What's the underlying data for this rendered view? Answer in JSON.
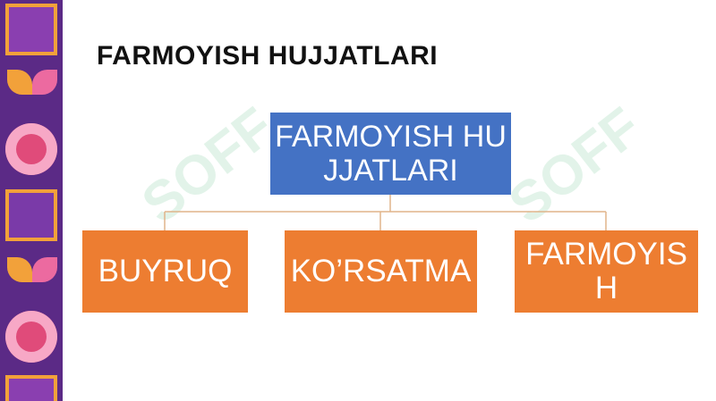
{
  "slide": {
    "title": "FARMOYISH HUJJATLARI"
  },
  "diagram": {
    "root": "FARMOYISH HUJJATLARI",
    "children": [
      "BUYRUQ",
      "KO’RSATMA",
      "FARMOYISH"
    ]
  },
  "watermark": {
    "text": "SOFF"
  },
  "colors": {
    "root_fill": "#4472c4",
    "child_fill": "#ed7d31",
    "sidebar_bg": "#5b2a86",
    "sidebar_accent": "#f2a13a",
    "connector": "#e0b48a"
  }
}
